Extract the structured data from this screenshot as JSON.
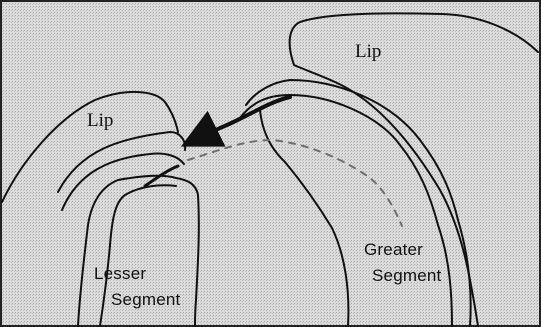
{
  "labels": {
    "lip_upper_right": "Lip",
    "lip_left": "Lip",
    "lesser_segment_line1": "Lesser",
    "lesser_segment_line2": "Segment",
    "greater_segment_line1": "Greater",
    "greater_segment_line2": "Segment"
  },
  "colors": {
    "background": "#d9d9d9",
    "outline": "#111111",
    "dashed_path": "#6f6f6f",
    "border": "#222222"
  }
}
